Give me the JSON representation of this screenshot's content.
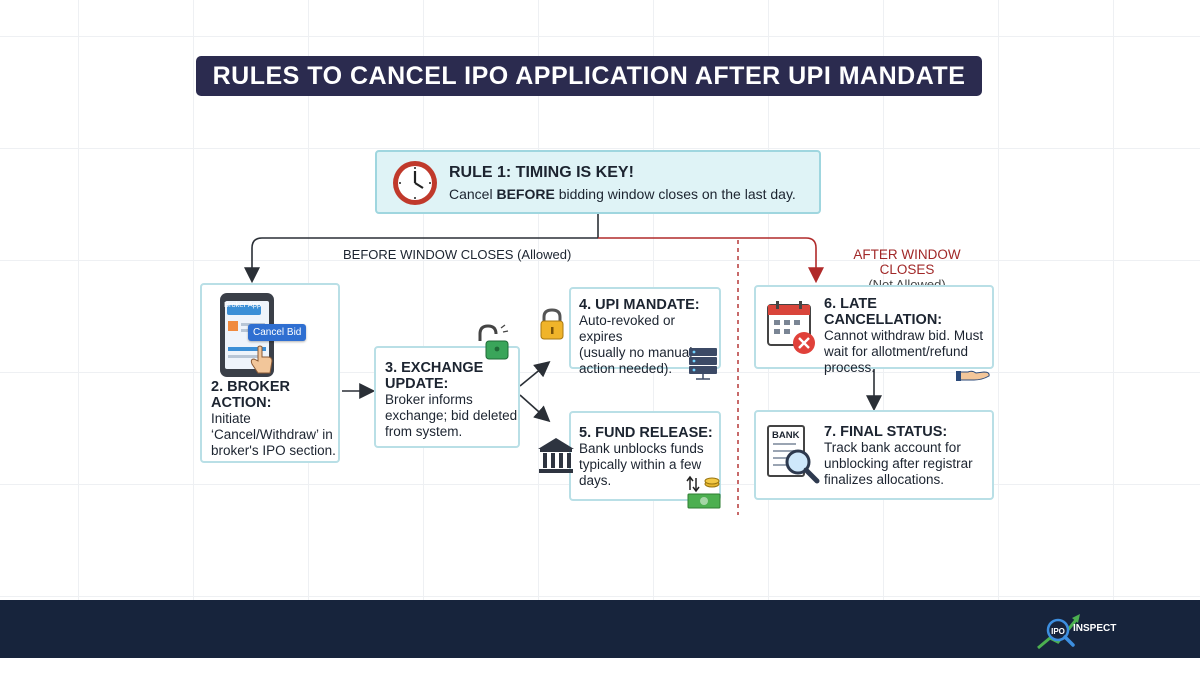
{
  "title": "RULES TO CANCEL IPO APPLICATION AFTER UPI MANDATE",
  "rule1": {
    "heading": "RULE 1: TIMING IS KEY!",
    "text_before": "Cancel ",
    "text_bold": "BEFORE",
    "text_after": " bidding window closes on the last day."
  },
  "branches": {
    "before_label": "BEFORE WINDOW CLOSES",
    "before_note": "(Allowed)",
    "after_label": "AFTER WINDOW CLOSES",
    "after_note": "(Not Allowed)"
  },
  "step2": {
    "app_label": "Broker App",
    "button_label": "Cancel Bid",
    "heading_line1": "2. BROKER",
    "heading_line2": "ACTION:",
    "lines": [
      "Initiate",
      "‘Cancel/Withdraw’ in",
      "broker's IPO section."
    ]
  },
  "step3": {
    "heading_line1": "3. EXCHANGE",
    "heading_line2": "UPDATE:",
    "lines": [
      "Broker informs",
      "exchange; bid deleted",
      "from system."
    ]
  },
  "step4": {
    "heading": "4. UPI MANDATE:",
    "lines": [
      "Auto-revoked or expires",
      "(usually no manual",
      "action needed)."
    ]
  },
  "step5": {
    "heading": "5. FUND RELEASE:",
    "lines": [
      "Bank unblocks funds",
      "typically within a few",
      "days."
    ]
  },
  "step6": {
    "heading": "6. LATE CANCELLATION:",
    "lines": [
      "Cannot withdraw bid. Must",
      "wait for allotment/refund",
      "process."
    ]
  },
  "step7": {
    "heading": "7. FINAL STATUS:",
    "bank_label": "BANK",
    "lines": [
      "Track bank account for",
      "unblocking after registrar",
      "finalizes allocations."
    ]
  },
  "footer": {
    "logo_text": "INSPECT",
    "logo_mark": "IPO"
  },
  "colors": {
    "banner": "#2b2b4f",
    "card_border": "#b9dfe6",
    "rule_fill": "#dff3f6",
    "allowed_arrow": "#2a2f36",
    "not_allowed_arrow": "#b02a2a",
    "footer": "#17243c"
  }
}
